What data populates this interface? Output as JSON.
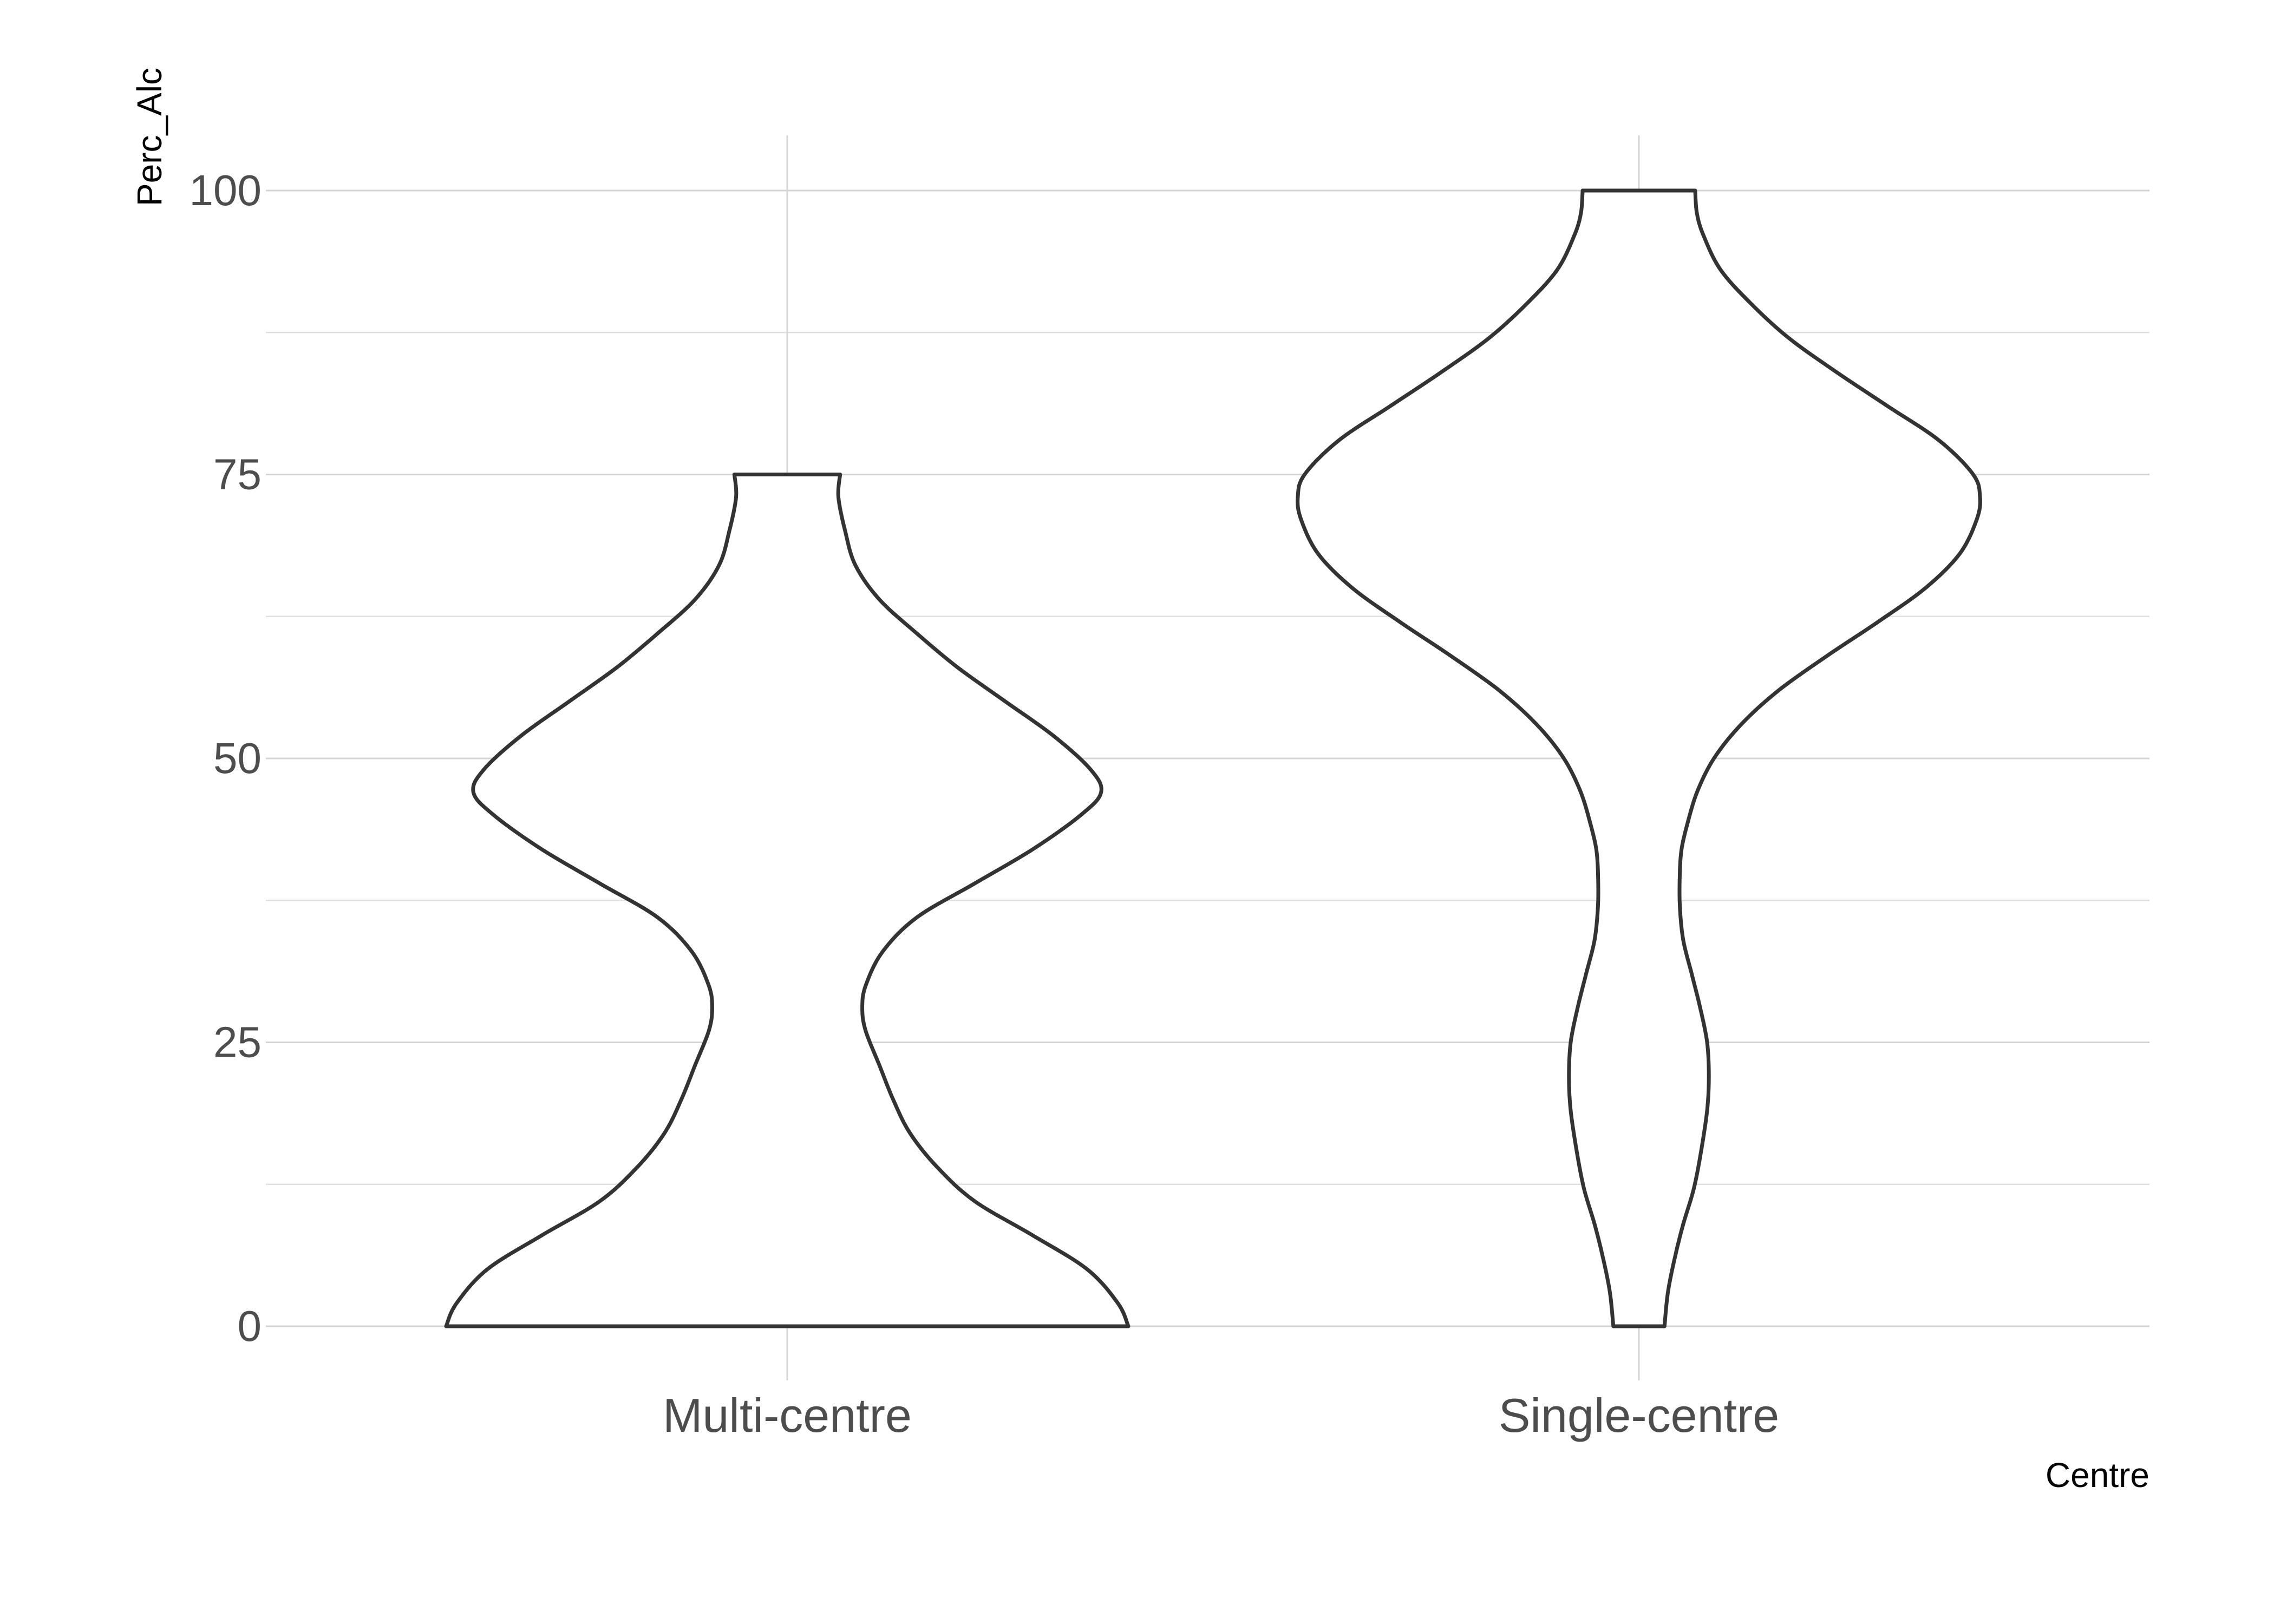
{
  "chart_data": {
    "type": "violin",
    "xlabel": "Centre",
    "ylabel": "Perc_Alc",
    "ylim": [
      -10,
      105
    ],
    "y_ticks": [
      0,
      25,
      50,
      75,
      100
    ],
    "y_tick_labels": [
      "0",
      "25",
      "50",
      "75",
      "100"
    ],
    "y_minor_gridlines": [
      12.5,
      37.5,
      62.5,
      87.5
    ],
    "grid": true,
    "categories": [
      "Multi-centre",
      "Single-centre"
    ],
    "series": [
      {
        "category": "Multi-centre",
        "min": 0,
        "max": 75,
        "density_profile": [
          [
            0,
            1.0
          ],
          [
            2,
            0.97
          ],
          [
            5,
            0.88
          ],
          [
            8,
            0.72
          ],
          [
            11,
            0.55
          ],
          [
            14,
            0.44
          ],
          [
            17,
            0.36
          ],
          [
            20,
            0.31
          ],
          [
            23,
            0.27
          ],
          [
            26,
            0.23
          ],
          [
            28,
            0.22
          ],
          [
            30,
            0.23
          ],
          [
            33,
            0.28
          ],
          [
            36,
            0.38
          ],
          [
            39,
            0.55
          ],
          [
            42,
            0.72
          ],
          [
            45,
            0.86
          ],
          [
            47,
            0.92
          ],
          [
            49,
            0.89
          ],
          [
            52,
            0.78
          ],
          [
            55,
            0.64
          ],
          [
            58,
            0.5
          ],
          [
            61,
            0.38
          ],
          [
            64,
            0.27
          ],
          [
            67,
            0.2
          ],
          [
            70,
            0.17
          ],
          [
            73,
            0.15
          ],
          [
            75,
            0.155
          ]
        ]
      },
      {
        "category": "Single-centre",
        "min": 0,
        "max": 100,
        "density_profile": [
          [
            0,
            0.075
          ],
          [
            3,
            0.085
          ],
          [
            6,
            0.105
          ],
          [
            9,
            0.13
          ],
          [
            12,
            0.16
          ],
          [
            15,
            0.18
          ],
          [
            19,
            0.2
          ],
          [
            22,
            0.205
          ],
          [
            25,
            0.2
          ],
          [
            28,
            0.18
          ],
          [
            31,
            0.155
          ],
          [
            34,
            0.13
          ],
          [
            37,
            0.12
          ],
          [
            40,
            0.12
          ],
          [
            42,
            0.125
          ],
          [
            44,
            0.14
          ],
          [
            47,
            0.17
          ],
          [
            50,
            0.22
          ],
          [
            53,
            0.3
          ],
          [
            56,
            0.41
          ],
          [
            59,
            0.55
          ],
          [
            62,
            0.7
          ],
          [
            65,
            0.84
          ],
          [
            68,
            0.94
          ],
          [
            71,
            0.99
          ],
          [
            73,
            1.0
          ],
          [
            75,
            0.98
          ],
          [
            78,
            0.88
          ],
          [
            81,
            0.73
          ],
          [
            84,
            0.58
          ],
          [
            87,
            0.44
          ],
          [
            90,
            0.33
          ],
          [
            93,
            0.24
          ],
          [
            96,
            0.19
          ],
          [
            98,
            0.17
          ],
          [
            100,
            0.165
          ]
        ]
      }
    ]
  }
}
